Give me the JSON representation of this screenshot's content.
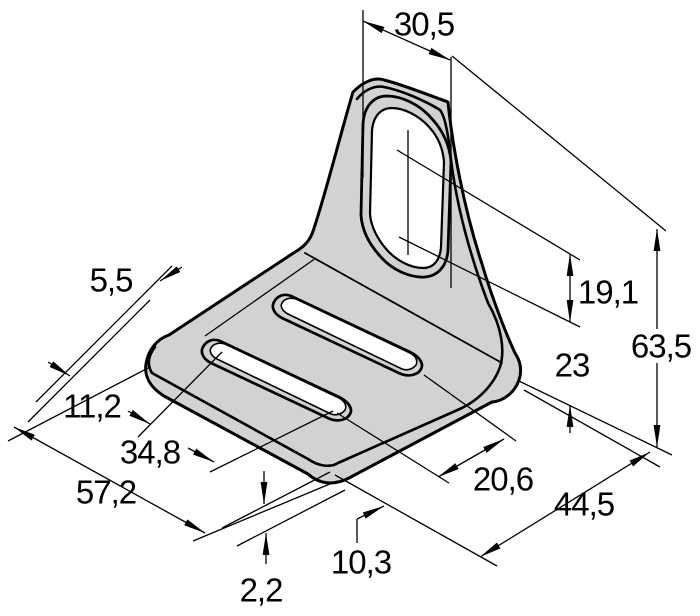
{
  "drawing": {
    "kind": "isometric technical dimension drawing",
    "part": "L-shaped sensor mounting bracket with oval sensor hole and two mounting slots",
    "units": "mm",
    "decimal_separator": ",",
    "colors": {
      "part_fill": "#d2d2d2",
      "hole_fill": "#ffffff",
      "line": "#000000",
      "background": "#ffffff"
    },
    "dimensions": {
      "hole_width": {
        "label": "30,5",
        "value": 30.5
      },
      "hole_center_offset": {
        "label": "19,1",
        "value": 19.1
      },
      "base_height": {
        "label": "23",
        "value": 23
      },
      "total_height": {
        "label": "63,5",
        "value": 63.5
      },
      "slot_spacing": {
        "label": "20,6",
        "value": 20.6
      },
      "depth": {
        "label": "44,5",
        "value": 44.5
      },
      "slot_edge_offset": {
        "label": "10,3",
        "value": 10.3
      },
      "thickness": {
        "label": "2,2",
        "value": 2.2
      },
      "length": {
        "label": "57,2",
        "value": 57.2
      },
      "slot_length": {
        "label": "34,8",
        "value": 34.8
      },
      "slot_end_offset": {
        "label": "11,2",
        "value": 11.2
      },
      "slot_width": {
        "label": "5,5",
        "value": 5.5
      }
    }
  }
}
